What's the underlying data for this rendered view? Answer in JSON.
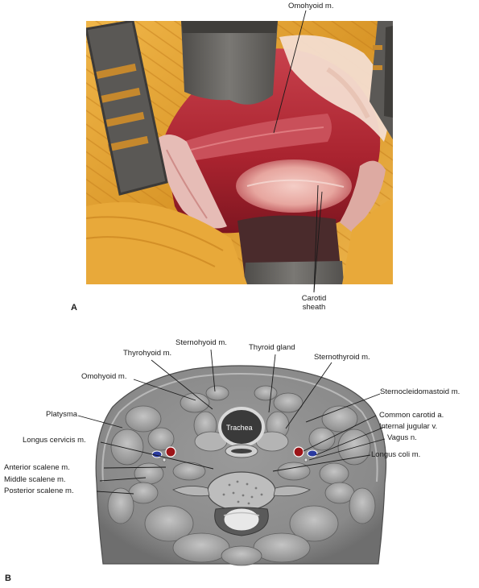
{
  "panel_a": {
    "letter": "A",
    "labels": {
      "omohyoid": "Omohyoid m.",
      "carotid_sheath_line1": "Carotid",
      "carotid_sheath_line2": "sheath"
    }
  },
  "panel_b": {
    "letter": "B",
    "labels": {
      "sternohyoid": "Sternohyoid m.",
      "thyrohyoid": "Thyrohyoid m.",
      "thyroid_gland": "Thyroid gland",
      "sternothyroid": "Sternothyroid m.",
      "omohyoid": "Omohyoid m.",
      "sternocleidomastoid": "Sternocleidomastoid m.",
      "platysma": "Platysma",
      "common_carotid": "Common carotid a.",
      "internal_jugular": "Internal jugular v.",
      "vagus": "Vagus n.",
      "longus_cervicis": "Longus cervicis m.",
      "longus_coli": "Longus coli m.",
      "anterior_scalene": "Anterior scalene m.",
      "middle_scalene": "Middle scalene m.",
      "posterior_scalene": "Posterior scalene m.",
      "trachea": "Trachea"
    }
  },
  "colors": {
    "tissue_red": "#b8323f",
    "fat_yellow": "#e2a336",
    "retractor_gray": "#6b6b69",
    "artery_red": "#9c1418",
    "vein_blue": "#2a3aa0"
  }
}
